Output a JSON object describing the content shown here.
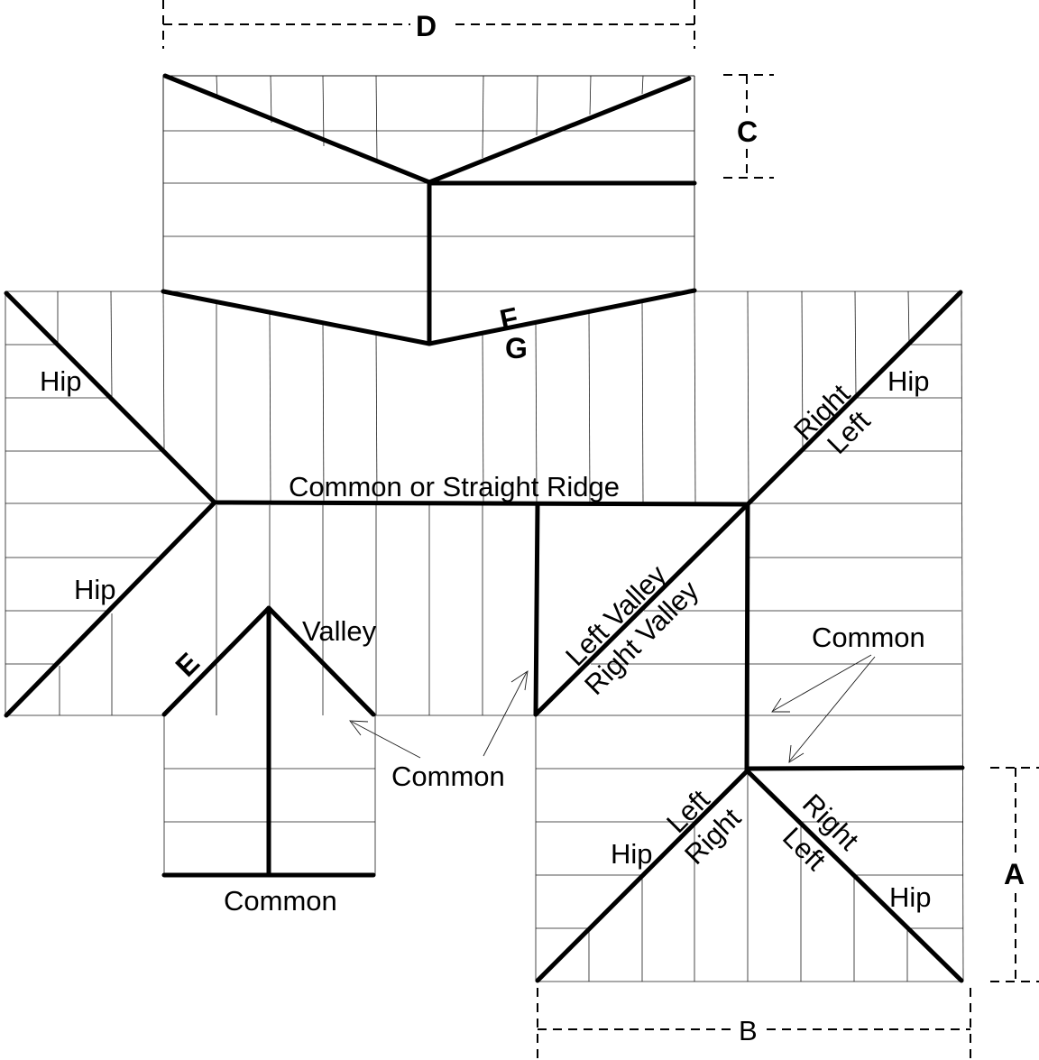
{
  "diagram": {
    "labels": {
      "ridge": "Common or Straight Ridge",
      "hip": "Hip",
      "valley": "Valley",
      "common": "Common",
      "left_valley": "Left Valley",
      "right_valley": "Right Valley",
      "left": "Left",
      "right": "Right"
    },
    "letters": {
      "a": "A",
      "b": "B",
      "c": "C",
      "d": "D",
      "e": "E",
      "f": "F",
      "g": "G"
    }
  }
}
